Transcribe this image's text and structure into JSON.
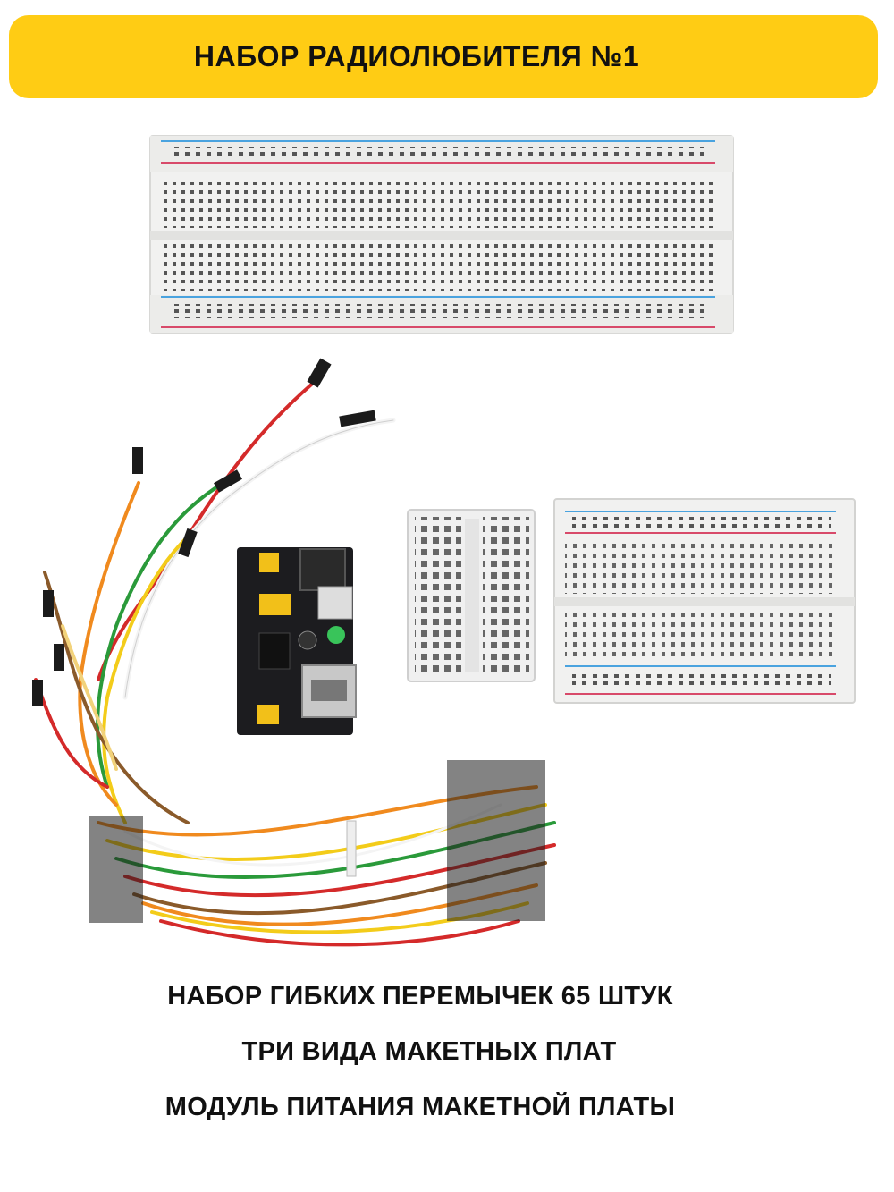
{
  "banner": {
    "title": "НАБОР РАДИОЛЮБИТЕЛЯ №1",
    "color": "#ffcc14"
  },
  "captions": [
    "НАБОР ГИБКИХ ПЕРЕМЫЧЕК 65 ШТУК",
    "ТРИ ВИДА МАКЕТНЫХ ПЛАТ",
    "МОДУЛЬ ПИТАНИЯ МАКЕТНОЙ ПЛАТЫ"
  ],
  "photo": {
    "items": [
      "large-breadboard",
      "jumper-wires",
      "power-module",
      "mini-breadboard",
      "half-breadboard"
    ],
    "wire_colors": [
      "#d42a2a",
      "#f08a1e",
      "#f3cc1a",
      "#2a9a3a",
      "#8a5a2a",
      "#f4f4f4",
      "#f2d27a"
    ]
  }
}
